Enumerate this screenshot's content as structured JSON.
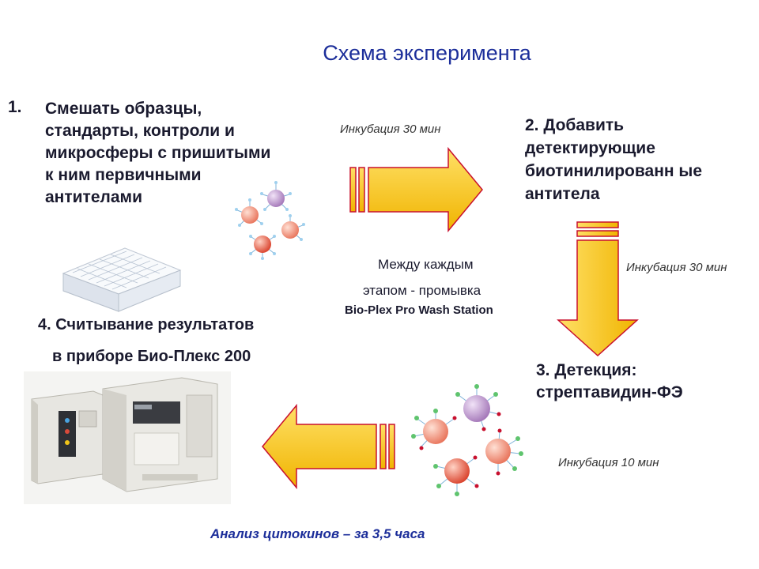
{
  "title": "Схема эксперимента",
  "step1": {
    "number": "1.",
    "text": "Смешать образцы, стандарты, контроли и микросферы с пришитыми к ним первичными антителами"
  },
  "step2": {
    "text": "2. Добавить детектирующие биотинилированн ые антитела"
  },
  "step3": {
    "text": "3. Детекция: стрептавидин-ФЭ"
  },
  "step4": {
    "line1": "4. Считывание результатов",
    "line2": "в приборе Био-Плекс 200"
  },
  "incubation": {
    "first": "Инкубация 30 мин",
    "second": "Инкубация 30 мин",
    "third": "Инкубация 10 мин"
  },
  "wash": {
    "line1": "Между каждым",
    "line2": "этапом - промывка",
    "line3": "Bio-Plex Pro Wash Station"
  },
  "footer": "Анализ цитокинов – за 3,5 часа",
  "colors": {
    "title_blue": "#1c2e9a",
    "arrow_fill": "#f5c518",
    "arrow_edge": "#c8102e"
  },
  "images": {
    "plate": "microplate",
    "instrument": "bio-plex-200-instrument",
    "beads_small": "microsphere-cluster",
    "beads_large": "labeled-microsphere-cluster"
  }
}
